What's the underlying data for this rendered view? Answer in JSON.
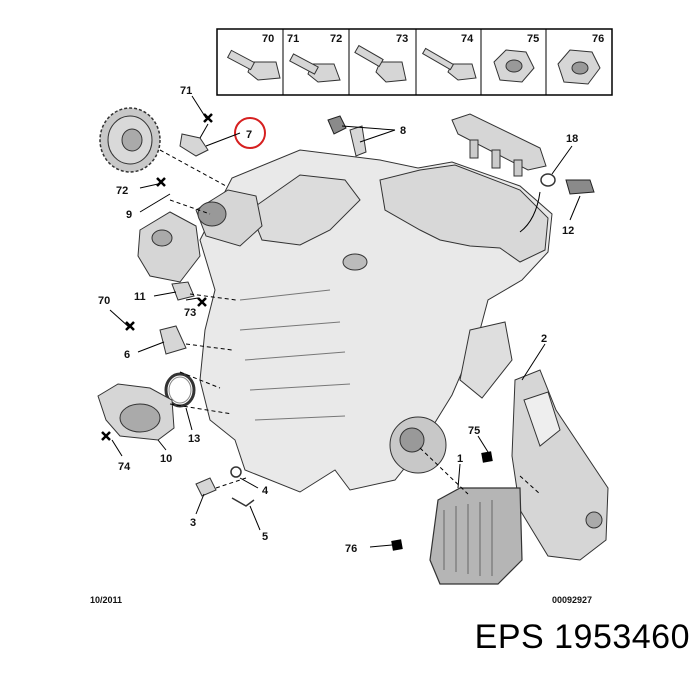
{
  "fastener_table": {
    "cells": [
      "70",
      "71",
      "72",
      "73",
      "74",
      "75",
      "76"
    ]
  },
  "callouts": {
    "c71": "71",
    "c7": "7",
    "c8": "8",
    "c18": "18",
    "c72": "72",
    "c9": "9",
    "c12": "12",
    "c11": "11",
    "c73": "73",
    "c70": "70",
    "c6": "6",
    "c2": "2",
    "c13": "13",
    "c10": "10",
    "c74": "74",
    "c75": "75",
    "c1": "1",
    "c4": "4",
    "c3": "3",
    "c5": "5",
    "c76": "76"
  },
  "footer": {
    "date": "10/2011",
    "ref": "00092927"
  },
  "brand_text": "EPS 1953460",
  "colors": {
    "highlight_circle": "#d62020",
    "line": "#000000"
  }
}
